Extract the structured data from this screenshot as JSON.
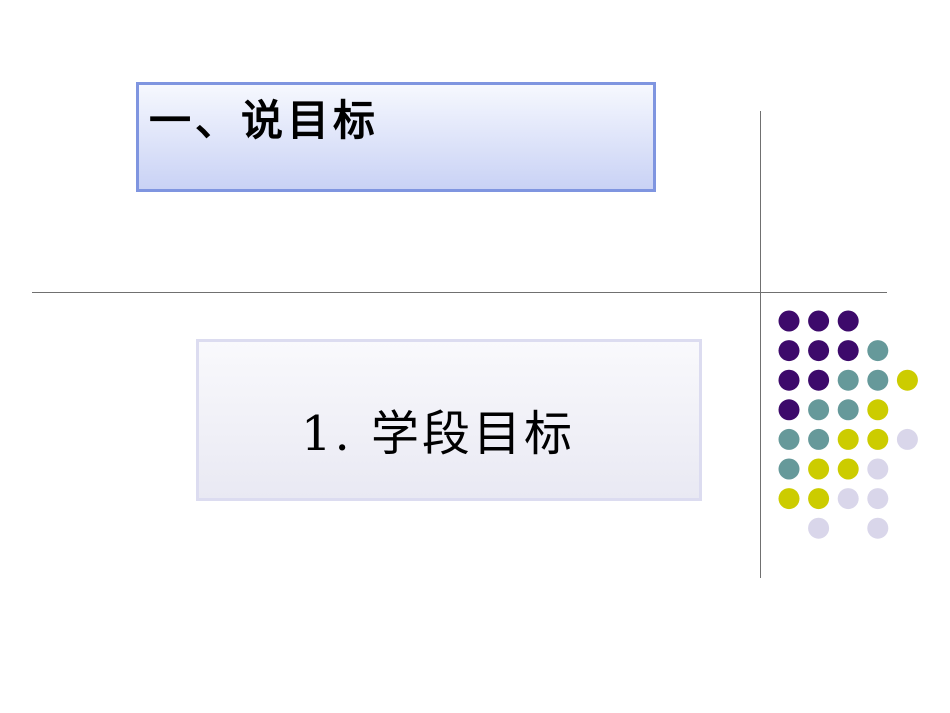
{
  "slide": {
    "title": "一、说目标",
    "subtitle": "1. 学段目标"
  },
  "colors": {
    "title_border": "#7f95e0",
    "purple": "#3d0a6b",
    "teal": "#66999a",
    "olive": "#cccc00",
    "lavender": "#d9d6ea"
  },
  "dot_grid": {
    "rows": [
      [
        "purple",
        "purple",
        "purple",
        "",
        ""
      ],
      [
        "purple",
        "purple",
        "purple",
        "teal",
        ""
      ],
      [
        "purple",
        "purple",
        "teal",
        "teal",
        "olive"
      ],
      [
        "purple",
        "teal",
        "teal",
        "olive",
        ""
      ],
      [
        "teal",
        "teal",
        "olive",
        "olive",
        "lavender"
      ],
      [
        "teal",
        "olive",
        "olive",
        "lavender",
        ""
      ],
      [
        "olive",
        "olive",
        "lavender",
        "lavender",
        ""
      ],
      [
        "",
        "lavender",
        "",
        "lavender",
        ""
      ]
    ]
  }
}
